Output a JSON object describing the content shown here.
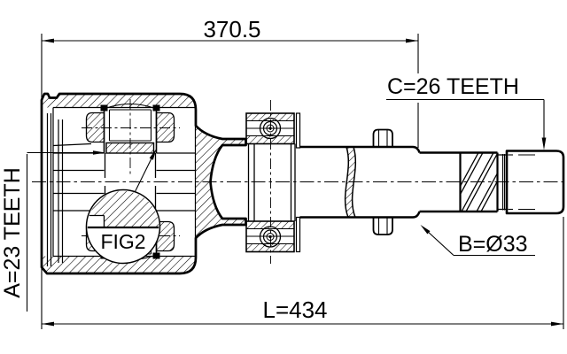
{
  "drawing": {
    "top_dim": "370.5",
    "overall_dim": "L=434",
    "spline_a": "A=23 TEETH",
    "diameter_b": "B=Ø33",
    "spline_c": "C=26 TEETH",
    "detail": "FIG2",
    "colors": {
      "line": "#000000",
      "background": "#ffffff"
    }
  }
}
